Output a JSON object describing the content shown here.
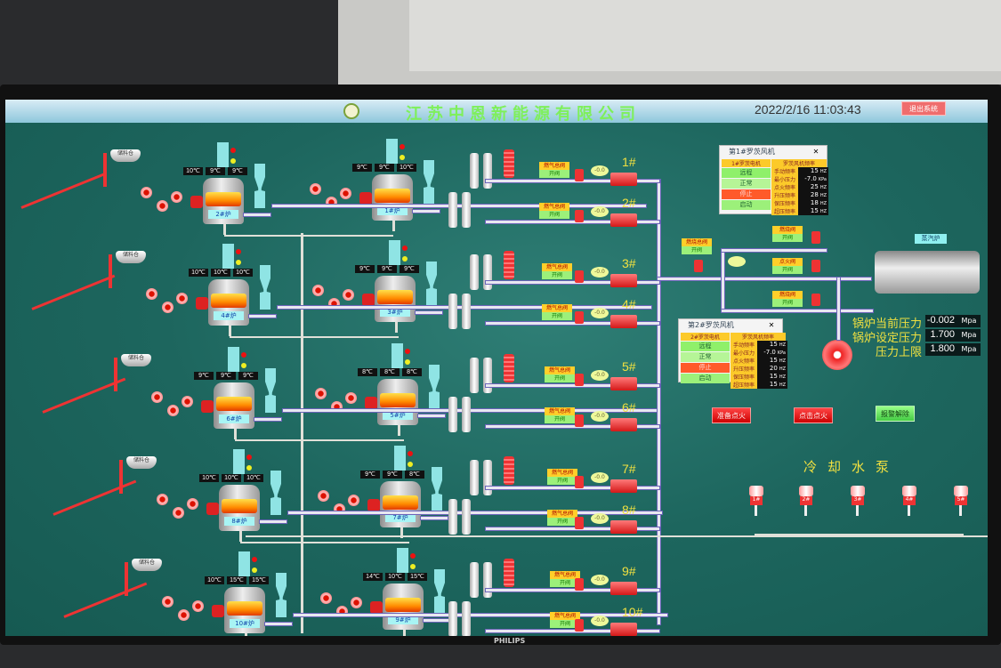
{
  "header": {
    "company": "江苏中恩新能源有限公司",
    "datetime": "2022/2/16 11:03:43",
    "exit_label": "退出系统"
  },
  "rows": [
    {
      "hopper": "储料仓",
      "left": {
        "name": "2#炉",
        "temps": [
          "10℃",
          "9℃",
          "9℃"
        ]
      },
      "right": {
        "name": "1#炉",
        "temps": [
          "9℃",
          "9℃",
          "10℃"
        ]
      },
      "lines": [
        {
          "num": "1#",
          "flow": "-0.0"
        },
        {
          "num": "2#",
          "flow": "-0.0"
        }
      ]
    },
    {
      "hopper": "储料仓",
      "left": {
        "name": "4#炉",
        "temps": [
          "10℃",
          "10℃",
          "10℃"
        ]
      },
      "right": {
        "name": "3#炉",
        "temps": [
          "9℃",
          "9℃",
          "9℃"
        ]
      },
      "lines": [
        {
          "num": "3#",
          "flow": "-0.0"
        },
        {
          "num": "4#",
          "flow": "-0.0"
        }
      ]
    },
    {
      "hopper": "储料仓",
      "left": {
        "name": "6#炉",
        "temps": [
          "9℃",
          "9℃",
          "9℃"
        ]
      },
      "right": {
        "name": "5#炉",
        "temps": [
          "8℃",
          "8℃",
          "8℃"
        ]
      },
      "lines": [
        {
          "num": "5#",
          "flow": "-0.0"
        },
        {
          "num": "6#",
          "flow": "-0.0"
        }
      ]
    },
    {
      "hopper": "储料仓",
      "left": {
        "name": "8#炉",
        "temps": [
          "10℃",
          "10℃",
          "10℃"
        ]
      },
      "right": {
        "name": "7#炉",
        "temps": [
          "9℃",
          "9℃",
          "8℃"
        ]
      },
      "lines": [
        {
          "num": "7#",
          "flow": "-0.0"
        },
        {
          "num": "8#",
          "flow": "-0.0"
        }
      ]
    },
    {
      "hopper": "储料仓",
      "left": {
        "name": "10#炉",
        "temps": [
          "10℃",
          "15℃",
          "15℃"
        ]
      },
      "right": {
        "name": "9#炉",
        "temps": [
          "14℃",
          "10℃",
          "15℃"
        ]
      },
      "lines": [
        {
          "num": "9#",
          "flow": "-0.0"
        },
        {
          "num": "10#",
          "flow": "-0.0"
        }
      ]
    }
  ],
  "line_valve": {
    "title": "燃气总阀",
    "state": "开阀"
  },
  "fan_panels": [
    {
      "title": "第1#罗茨风机",
      "close": "✕",
      "motor_header": "1#罗茨电机",
      "freq_header": "罗茨风机频率",
      "states": [
        "远程",
        "正常",
        "停止",
        "启动"
      ],
      "params": [
        {
          "label": "手动频率",
          "value": "15",
          "unit": "HZ"
        },
        {
          "label": "最小压力",
          "value": "-7.0",
          "unit": "KPa"
        },
        {
          "label": "点火频率",
          "value": "25",
          "unit": "HZ"
        },
        {
          "label": "升压频率",
          "value": "28",
          "unit": "HZ"
        },
        {
          "label": "保压频率",
          "value": "18",
          "unit": "HZ"
        },
        {
          "label": "超压频率",
          "value": "15",
          "unit": "HZ"
        }
      ]
    },
    {
      "title": "第2#罗茨风机",
      "close": "✕",
      "motor_header": "2#罗茨电机",
      "freq_header": "罗茨风机频率",
      "states": [
        "远程",
        "正常",
        "停止",
        "启动"
      ],
      "params": [
        {
          "label": "手动频率",
          "value": "15",
          "unit": "HZ"
        },
        {
          "label": "最小压力",
          "value": "-7.0",
          "unit": "KPa"
        },
        {
          "label": "点火频率",
          "value": "15",
          "unit": "HZ"
        },
        {
          "label": "升压频率",
          "value": "20",
          "unit": "HZ"
        },
        {
          "label": "保压频率",
          "value": "15",
          "unit": "HZ"
        },
        {
          "label": "超压频率",
          "value": "15",
          "unit": "HZ"
        }
      ]
    }
  ],
  "boiler": {
    "label": "蒸汽炉",
    "valves": [
      {
        "title": "燃烧总阀",
        "state": "开阀"
      },
      {
        "title": "燃烧阀",
        "state": "开阀"
      },
      {
        "title": "点火阀",
        "state": "开阀"
      },
      {
        "title": "燃烧阀",
        "state": "开阀"
      }
    ]
  },
  "pressure": [
    {
      "label": "锅炉当前压力",
      "value": "-0.002",
      "unit": "Mpa"
    },
    {
      "label": "锅炉设定压力",
      "value": "1.700",
      "unit": "Mpa"
    },
    {
      "label": "压力上限",
      "value": "1.800",
      "unit": "Mpa"
    }
  ],
  "buttons": {
    "prepare_ignition": "准备点火",
    "click_ignition": "点击点火",
    "alarm_reset": "报警解除"
  },
  "cooling": {
    "title": "冷却水泵",
    "pumps": [
      "1#",
      "2#",
      "3#",
      "4#",
      "5#"
    ]
  },
  "monitor_brand": "PHILIPS"
}
